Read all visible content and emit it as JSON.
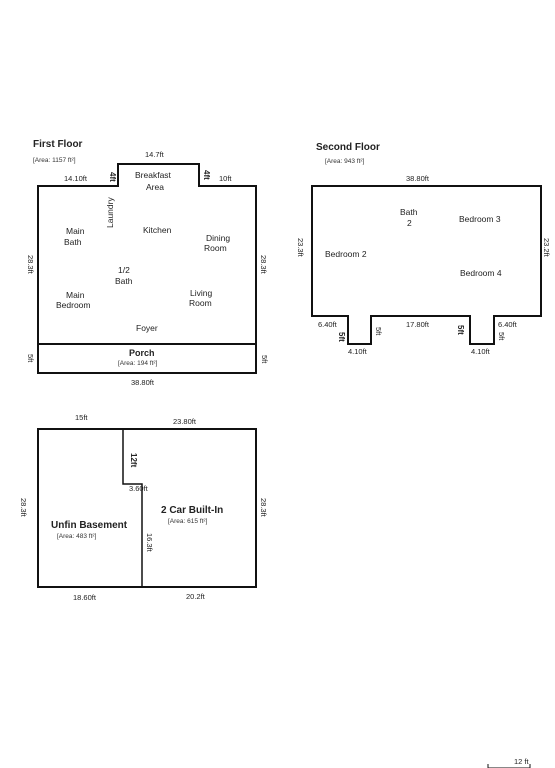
{
  "first_floor": {
    "title": "First Floor",
    "area": "[Area: 1157 ft²]",
    "dims": {
      "top_mid": "14.7ft",
      "top_left": "14.10ft",
      "step_left": "4ft",
      "step_right": "4ft",
      "top_right": "10ft",
      "left": "28.3ft",
      "right": "28.3ft",
      "porch_left": "5ft",
      "porch_right": "5ft",
      "bottom": "38.80ft"
    },
    "rooms": {
      "breakfast_1": "Breakfast",
      "breakfast_2": "Area",
      "laundry": "Laundry",
      "kitchen": "Kitchen",
      "main_bath_1": "Main",
      "main_bath_2": "Bath",
      "dining_1": "Dining",
      "dining_2": "Room",
      "half_bath_1": "1/2",
      "half_bath_2": "Bath",
      "main_bedroom_1": "Main",
      "main_bedroom_2": "Bedroom",
      "living_1": "Living",
      "living_2": "Room",
      "foyer": "Foyer"
    },
    "porch": {
      "label": "Porch",
      "area": "[Area: 194 ft²]"
    }
  },
  "second_floor": {
    "title": "Second Floor",
    "area": "[Area: 943 ft²]",
    "dims": {
      "top": "38.80ft",
      "left": "23.3ft",
      "right": "23.2ft",
      "bottom_left": "6.40ft",
      "notch_left_depth": "5ft",
      "notch_left_side": "5ft",
      "notch_left_width": "4.10ft",
      "bottom_mid": "17.80ft",
      "notch_right_side": "5ft",
      "notch_right_depth": "5ft",
      "notch_right_width": "4.10ft",
      "bottom_right": "6.40ft"
    },
    "rooms": {
      "bath2_1": "Bath",
      "bath2_2": "2",
      "bedroom2": "Bedroom 2",
      "bedroom3": "Bedroom 3",
      "bedroom4": "Bedroom 4"
    }
  },
  "lower": {
    "dims": {
      "top_left": "15ft",
      "top_right": "23.80ft",
      "left": "28.3ft",
      "right": "28.3ft",
      "step_v": "12ft",
      "step_h": "3.60ft",
      "inner": "16.3ft",
      "bottom_left": "18.60ft",
      "bottom_right": "20.2ft"
    },
    "basement": {
      "label": "Unfin Basement",
      "area": "[Area: 483 ft²]"
    },
    "garage": {
      "label": "2 Car Built-In",
      "area": "[Area: 615 ft²]"
    }
  },
  "scale": {
    "label": "12 ft"
  }
}
